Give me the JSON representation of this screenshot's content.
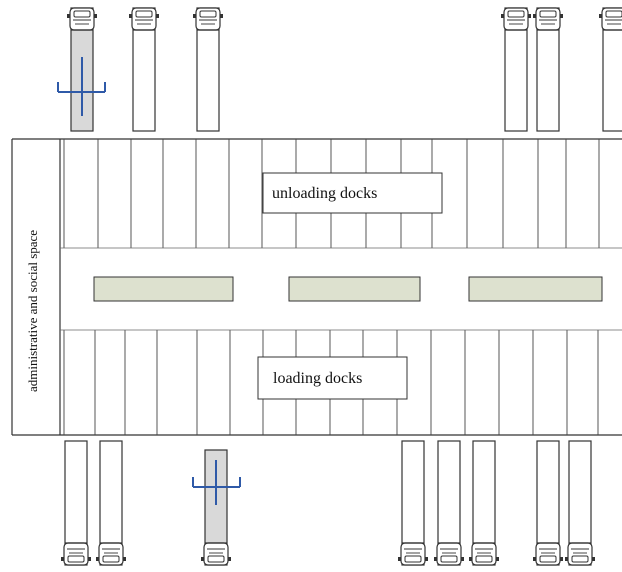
{
  "labels": {
    "unloading": "unloading docks",
    "loading": "loading docks",
    "admin": "administrative and social space"
  },
  "colors": {
    "line": "#333333",
    "truck_fill": "#ffffff",
    "truck_highlight": "#d9d9d9",
    "shelf_fill": "#dde1cf",
    "forklift": "#2f5aa8"
  },
  "icons": {
    "truck": "truck-icon",
    "forklift": "forklift-icon",
    "shelf": "storage-rack"
  }
}
